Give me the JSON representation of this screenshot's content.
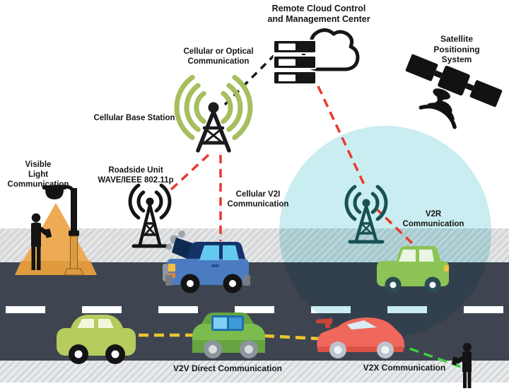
{
  "scene": {
    "labels": {
      "remote_cloud": "Remote Cloud Control\nand Management Center",
      "satellite": "Satellite\nPositioning System",
      "cellular_optical": "Cellular or Optical\nCommunication",
      "base_station": "Cellular Base Station",
      "roadside_unit": "Roadside Unit\nWAVE/IEEE 802.11p",
      "cellular_v2i": "Cellular V2I\nCommunication",
      "visible_light": "Visible\nLight\nCommunication",
      "v2r": "V2R Communication",
      "v2v": "V2V Direct Communication",
      "v2x": "V2X Communication"
    },
    "colors": {
      "coverage_zone": "#c9edf0",
      "road": "#3e4551",
      "sidewalk": "#d7d9db",
      "lower_sidewalk": "#e7e9eb",
      "cellular_link_red": "#e8392b",
      "backhaul_link_black": "#1a1a1a",
      "v2v_link_yellow": "#ecc52f",
      "v2x_link_green": "#3ed03e",
      "antenna_wave_green": "#a5bf5e",
      "v2r_tower_teal": "#175155",
      "light_cone_orange": "#eeab55"
    },
    "icons": [
      "cloud-server-icon",
      "satellite-icon",
      "cell-tower-icon",
      "roadside-unit-icon",
      "v2r-unit-icon",
      "street-lamp-icon",
      "pedestrian-vlc-icon",
      "pedestrian-v2x-icon",
      "broken-car-icon",
      "car-green-suv-icon",
      "car-lime-icon",
      "car-vintage-icon",
      "car-sports-icon"
    ]
  }
}
